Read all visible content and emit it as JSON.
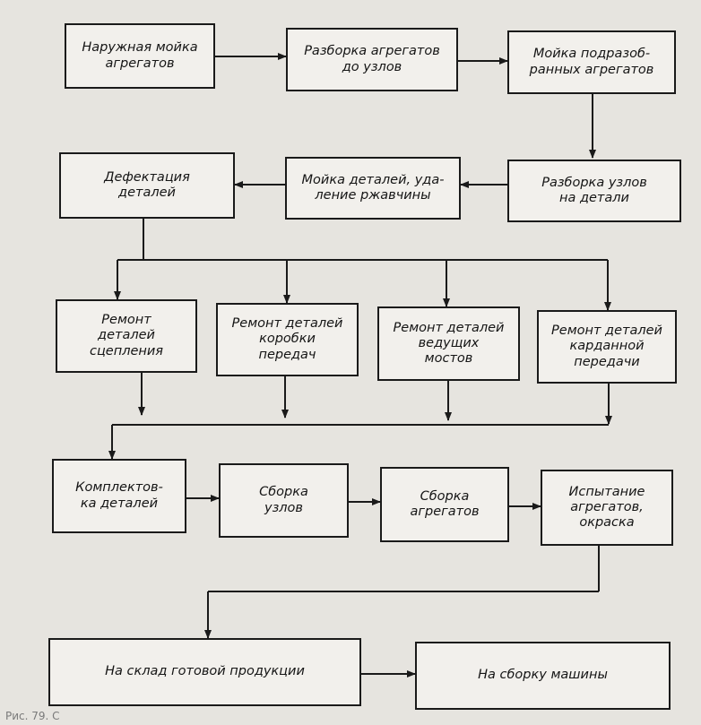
{
  "boxes": {
    "outer_wash": "Наружная мойка\nагрегатов",
    "disassembly_units": "Разборка агрегатов\nдо узлов",
    "wash_partial": "Мойка подразоб-\nранных агрегатов",
    "disassembly_parts": "Разборка узлов\nна детали",
    "wash_parts": "Мойка деталей, уда-\nление ржавчины",
    "defect_detection": "Дефектация\nдеталей",
    "repair_clutch": "Ремонт\nдеталей\nсцепления",
    "repair_gearbox": "Ремонт деталей\nкоробки\nпередач",
    "repair_axles": "Ремонт деталей\nведущих\nмостов",
    "repair_cardan": "Ремонт деталей\nкарданной\nпередачи",
    "kitting": "Комплектов-\nка деталей",
    "assembly_units": "Сборка\nузлов",
    "assembly_aggregates": "Сборка\nагрегатов",
    "testing_painting": "Испытание\nагрегатов,\nокраска",
    "warehouse": "На склад готовой продукции",
    "machine_assembly": "На сборку машины"
  },
  "caption": "Рис. 79. С"
}
